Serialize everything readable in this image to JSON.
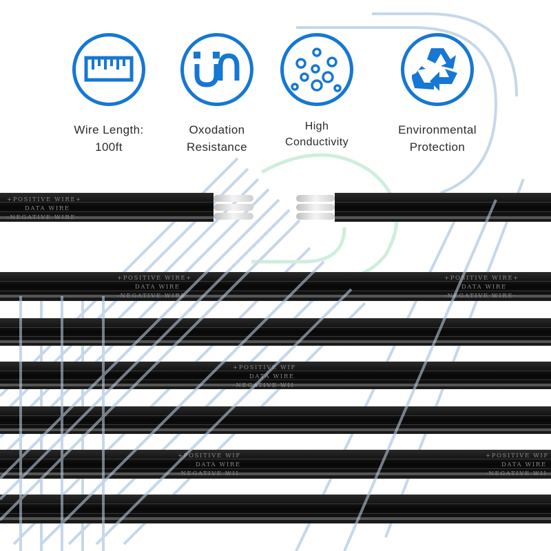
{
  "features": [
    {
      "icon": "ruler-icon",
      "line1": "Wire Length:",
      "line2": "100ft"
    },
    {
      "icon": "magnet-icon",
      "line1": "Oxodation",
      "line2": "Resistance"
    },
    {
      "icon": "bubbles-icon",
      "line1": "High",
      "line2": "Conductivity"
    },
    {
      "icon": "recycle-icon",
      "line1": "Environmental",
      "line2": "Protection"
    }
  ],
  "cable": {
    "line1": "+POSITIVE WIRE+",
    "line2": "DATA WIRE",
    "line3": "-NEGATIVE WIRE-",
    "short1": "+POSITIVE WIF",
    "short3": "-NEGATIVE WII"
  },
  "colors": {
    "accent": "#1677d4",
    "cable": "#121212",
    "watermark_blue": "#c7d7ea",
    "watermark_green": "#cfeedd"
  }
}
